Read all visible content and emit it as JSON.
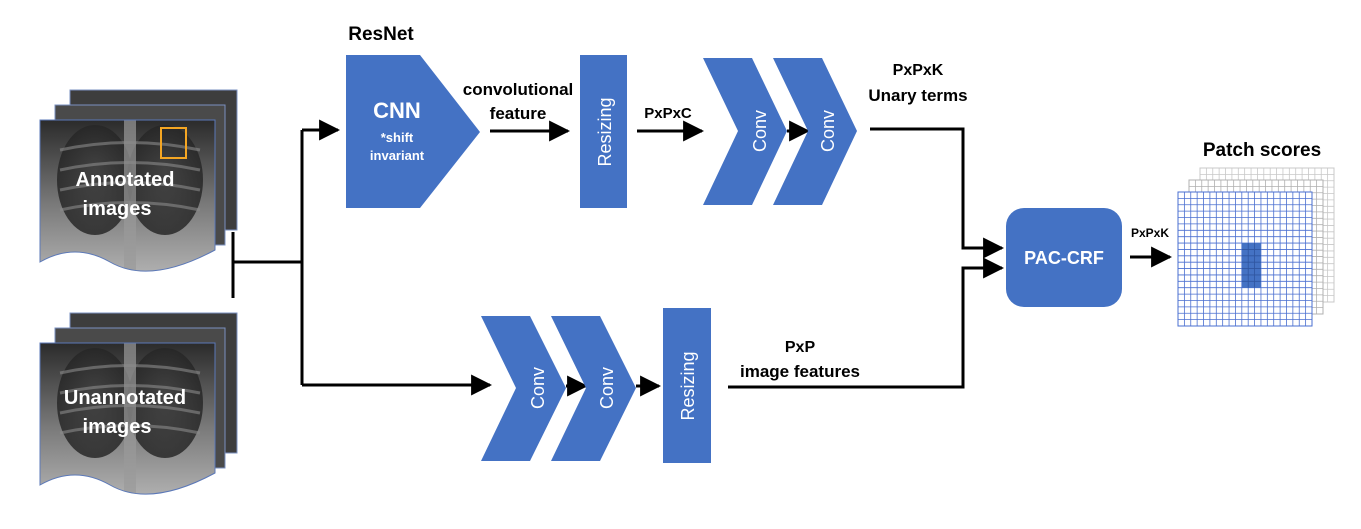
{
  "colors": {
    "block_fill": "#4472c4",
    "block_text": "#ffffff",
    "arrow": "#000000",
    "xray_highlight": "#f5a623",
    "grid_line": "#4a6fd0"
  },
  "inputs": {
    "annotated": {
      "line1": "Annotated",
      "line2": "images"
    },
    "unannotated": {
      "line1": "Unannotated",
      "line2": "images"
    }
  },
  "top_branch": {
    "resnet_title": "ResNet",
    "cnn": {
      "label": "CNN",
      "note_line1": "*shift",
      "note_line2": "invariant"
    },
    "feature_label_line1": "convolutional",
    "feature_label_line2": "feature",
    "resizing_label": "Resizing",
    "resized_dims": "PxPxC",
    "conv1_label": "Conv",
    "conv2_label": "Conv",
    "unary_dims": "PxPxK",
    "unary_label": "Unary terms"
  },
  "bottom_branch": {
    "conv1_label": "Conv",
    "conv2_label": "Conv",
    "resizing_label": "Resizing",
    "dims": "PxP",
    "features_label": "image features"
  },
  "crf": {
    "label": "PAC-CRF"
  },
  "output": {
    "dims": "PxPxK",
    "title": "Patch scores"
  }
}
